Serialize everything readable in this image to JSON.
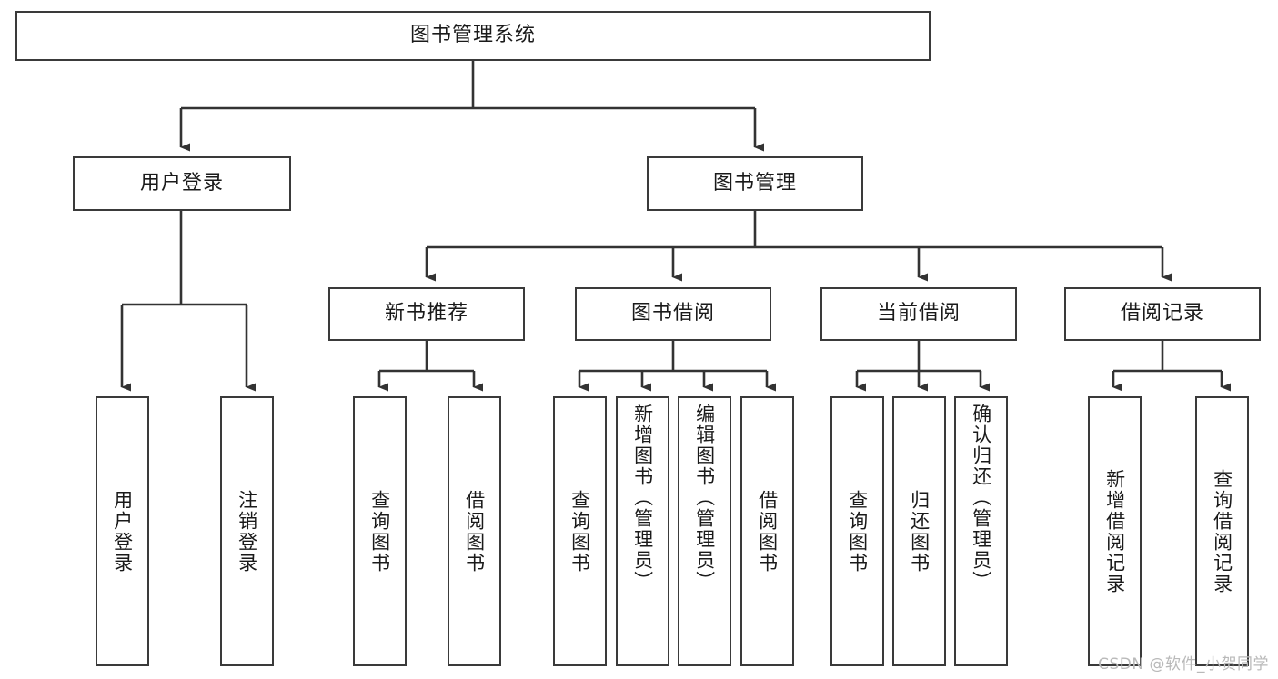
{
  "diagram": {
    "title": "图书管理系统",
    "type": "tree-hierarchy-chart",
    "colors": {
      "box_border": "#3a3a3a",
      "box_fill": "#ffffff",
      "connector": "#333333",
      "text": "#1a1a1a",
      "watermark": "#b9b9b9"
    },
    "root": {
      "label": "图书管理系统"
    },
    "level2": [
      {
        "label": "用户登录"
      },
      {
        "label": "图书管理"
      }
    ],
    "level3": [
      {
        "label": "新书推荐"
      },
      {
        "label": "图书借阅"
      },
      {
        "label": "当前借阅"
      },
      {
        "label": "借阅记录"
      }
    ],
    "leaves": {
      "user_login": [
        {
          "label": "用户登录"
        },
        {
          "label": "注销登录"
        }
      ],
      "new_book_recommend": [
        {
          "label": "查询图书"
        },
        {
          "label": "借阅图书"
        }
      ],
      "book_borrow": [
        {
          "label": "查询图书"
        },
        {
          "label": "新增图书（管理员）"
        },
        {
          "label": "编辑图书（管理员）"
        },
        {
          "label": "借阅图书"
        }
      ],
      "current_borrow": [
        {
          "label": "查询图书"
        },
        {
          "label": "归还图书"
        },
        {
          "label": "确认归还（管理员）"
        }
      ],
      "borrow_record": [
        {
          "label": "新增借阅记录"
        },
        {
          "label": "查询借阅记录"
        }
      ]
    },
    "watermark": "CSDN @软件_小贺同学"
  }
}
